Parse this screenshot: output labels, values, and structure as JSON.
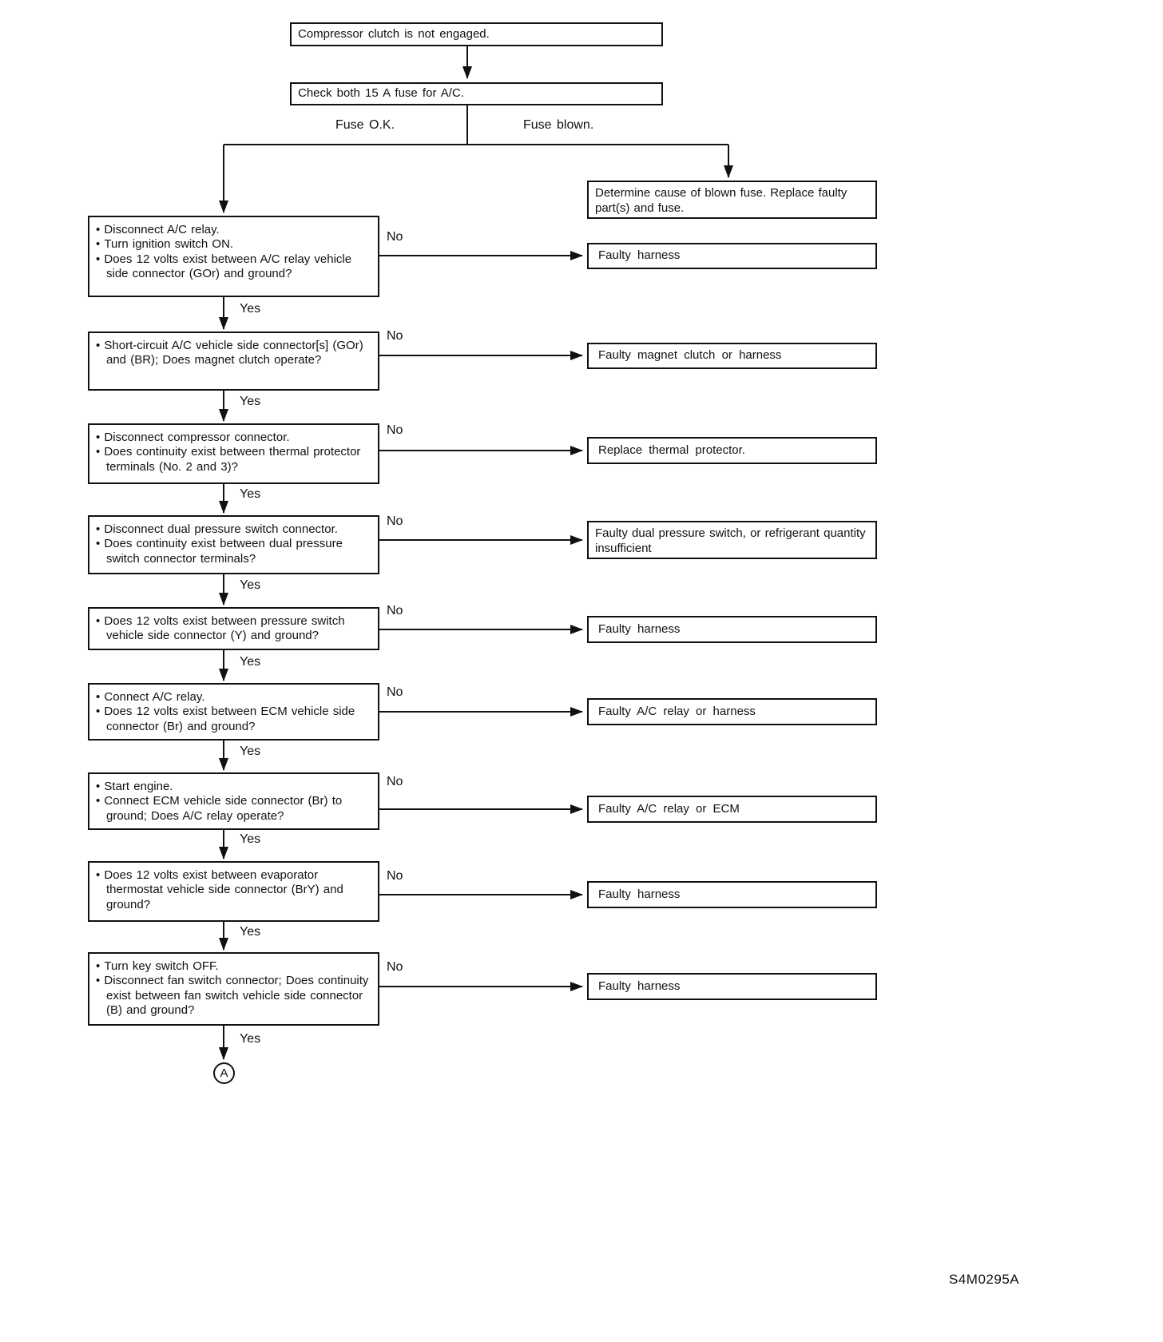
{
  "diagram": {
    "start": "Compressor clutch is not engaged.",
    "check": "Check both 15 A fuse for A/C.",
    "branch_ok": "Fuse O.K.",
    "branch_blown": "Fuse blown.",
    "blown_result": "Determine cause of blown fuse. Replace faulty part(s) and fuse.",
    "yes_label": "Yes",
    "no_label": "No",
    "connector_label": "A",
    "figure_code": "S4M0295A",
    "steps": [
      {
        "lines": [
          "Disconnect A/C relay.",
          "Turn ignition switch ON.",
          "Does 12 volts exist between A/C relay vehicle side connector (GOr) and ground?"
        ],
        "no_result": "Faulty harness"
      },
      {
        "lines": [
          "Short-circuit A/C vehicle side connector[s] (GOr) and (BR); Does magnet clutch operate?"
        ],
        "no_result": "Faulty magnet clutch or harness"
      },
      {
        "lines": [
          "Disconnect compressor connector.",
          "Does continuity exist between thermal protector terminals (No. 2 and 3)?"
        ],
        "no_result": "Replace thermal protector."
      },
      {
        "lines": [
          "Disconnect dual pressure switch connector.",
          "Does continuity exist between dual pressure switch connector terminals?"
        ],
        "no_result": "Faulty dual pressure switch, or refrigerant quantity insufficient"
      },
      {
        "lines": [
          "Does 12 volts exist between pressure switch vehicle side connector (Y) and ground?"
        ],
        "no_result": "Faulty harness"
      },
      {
        "lines": [
          "Connect A/C relay.",
          "Does 12 volts exist between ECM vehicle side connector (Br) and ground?"
        ],
        "no_result": "Faulty A/C relay or harness"
      },
      {
        "lines": [
          "Start engine.",
          "Connect ECM vehicle side connector (Br) to ground; Does A/C relay operate?"
        ],
        "no_result": "Faulty A/C relay or ECM"
      },
      {
        "lines": [
          "Does 12 volts exist between evaporator thermostat vehicle side connector (BrY) and ground?"
        ],
        "no_result": "Faulty harness"
      },
      {
        "lines": [
          "Turn key switch OFF.",
          "Disconnect fan switch connector; Does continuity exist between fan switch vehicle side connector (B) and ground?"
        ],
        "no_result": "Faulty harness"
      }
    ]
  }
}
